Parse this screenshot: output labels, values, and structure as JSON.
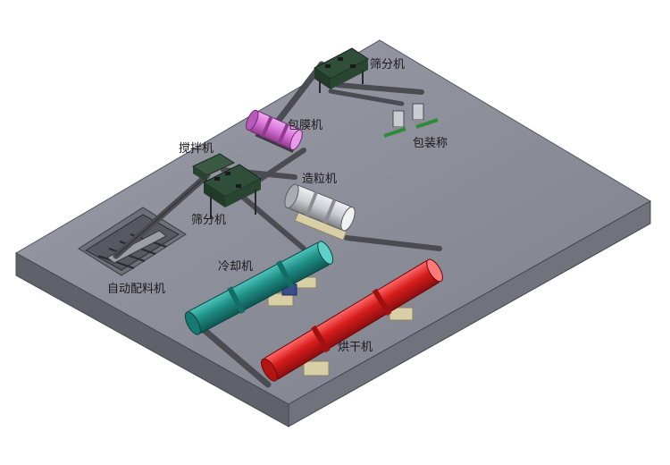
{
  "labels": {
    "screen_top": "筛分机",
    "coating": "包膜机",
    "packing": "包装称",
    "mixer": "搅拌机",
    "granulator": "造粒机",
    "screen_mid": "筛分机",
    "cooler": "冷却机",
    "batching": "自动配料机",
    "dryer": "烘干机"
  },
  "colors": {
    "platform_top": "#8a8c98",
    "platform_front": "#5f616b",
    "platform_side": "#70727c",
    "conveyor": "#4a4c52",
    "coating_drum": "#d670d6",
    "cooler_drum": "#1f8f86",
    "dryer_drum": "#d81c1c",
    "granulator_drum": "#c9ccd1",
    "screen_body": "#2f4f3a",
    "base_block": "#d8cfa6"
  }
}
